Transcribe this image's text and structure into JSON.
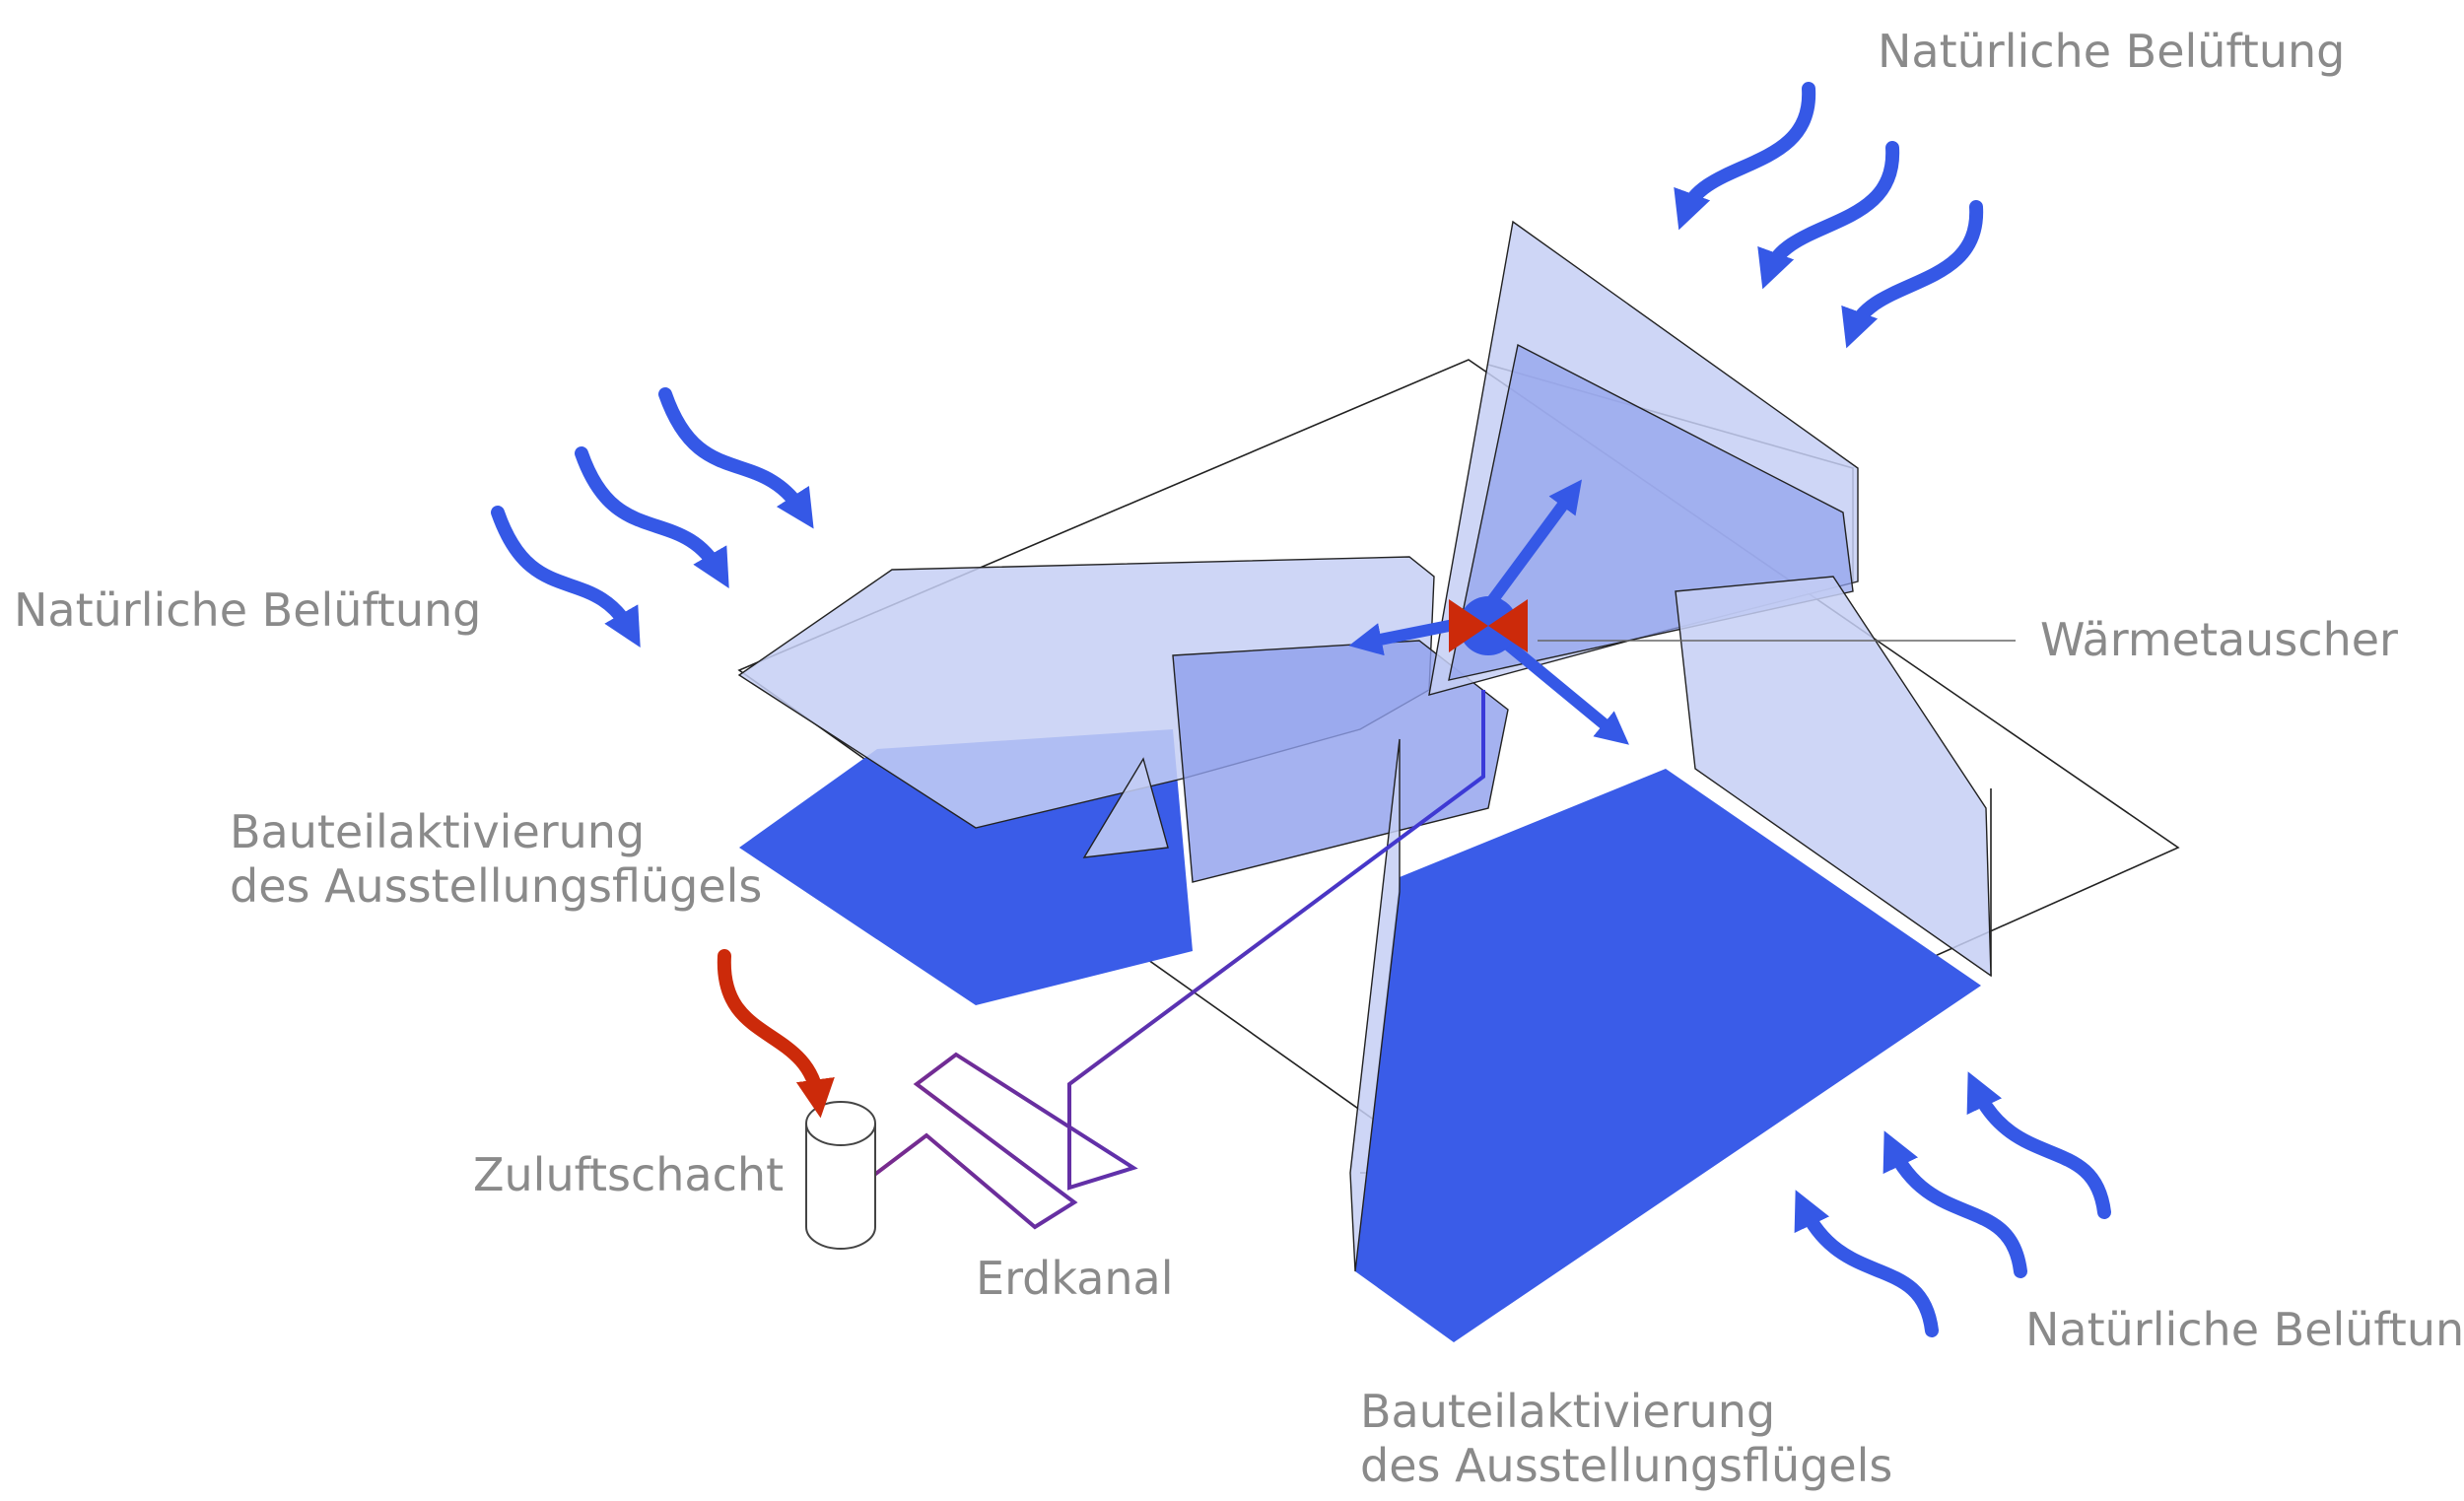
{
  "labels": {
    "natural_ventilation_top_right": "Natürliche Belüftung",
    "natural_ventilation_left": "Natürliche Belüftung",
    "natural_ventilation_bottom_right": "Natürliche Belüftung",
    "heat_exchanger": "Wärmetauscher",
    "component_activation_left_line1": "Bauteilaktivierung",
    "component_activation_left_line2": "des Ausstellungsflügels",
    "component_activation_bottom_line1": "Bauteilaktivierung",
    "component_activation_bottom_line2": "des Ausstellungsflügels",
    "supply_air_shaft": "Zuluftschacht",
    "earth_channel": "Erdkanal"
  },
  "colors": {
    "floor_blue": "#3a5ce8",
    "panel_light": "#c6cff5",
    "panel_mid": "#9aa9ee",
    "arrow_blue": "#3558e6",
    "arrow_red": "#cc2a0a",
    "duct_purple": "#7a2a8a",
    "line": "#222222",
    "label_gray": "#8a8a8a"
  }
}
